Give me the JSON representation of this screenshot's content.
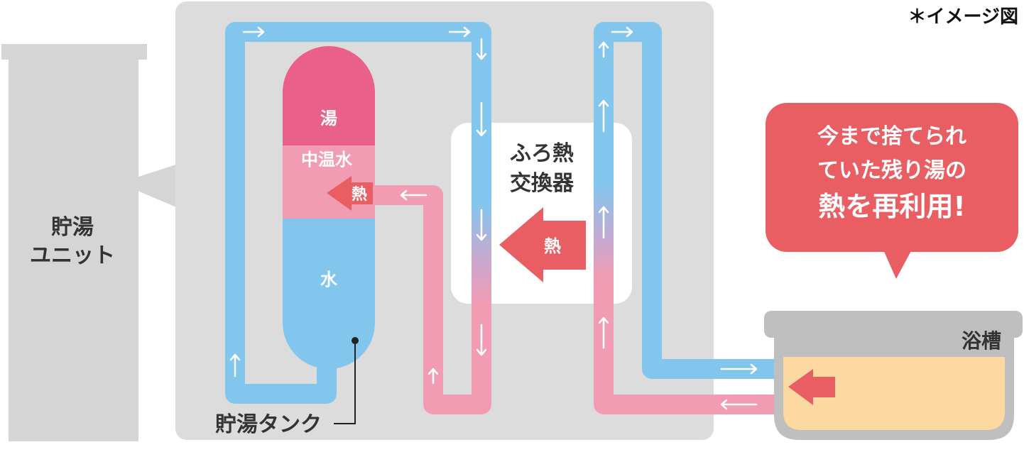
{
  "note": "＊イメージ図",
  "unit_label": [
    "貯湯",
    "ユニット"
  ],
  "tank": {
    "hot": "湯",
    "mid": "中温水",
    "heat": "熱",
    "water": "水",
    "caption": "貯湯タンク"
  },
  "exchanger": {
    "label": [
      "ふろ熱",
      "交換器"
    ],
    "heat": "熱"
  },
  "callout": [
    "今まで捨てられ",
    "ていた残り湯の",
    "熱を再利用!"
  ],
  "bathtub": {
    "label": "浴槽"
  },
  "colors": {
    "panel": "#dcdcdc",
    "unit": "#d5d5d5",
    "blue_pipe": "#82c6ee",
    "pink_pipe": "#f29cb4",
    "tank_hot": "#e9608a",
    "tank_mid": "#f29cb4",
    "tank_water": "#82c6ee",
    "accent_red": "#e85e62",
    "bath_water": "#fcd9a0",
    "bath_rim": "#bfbfbf"
  }
}
